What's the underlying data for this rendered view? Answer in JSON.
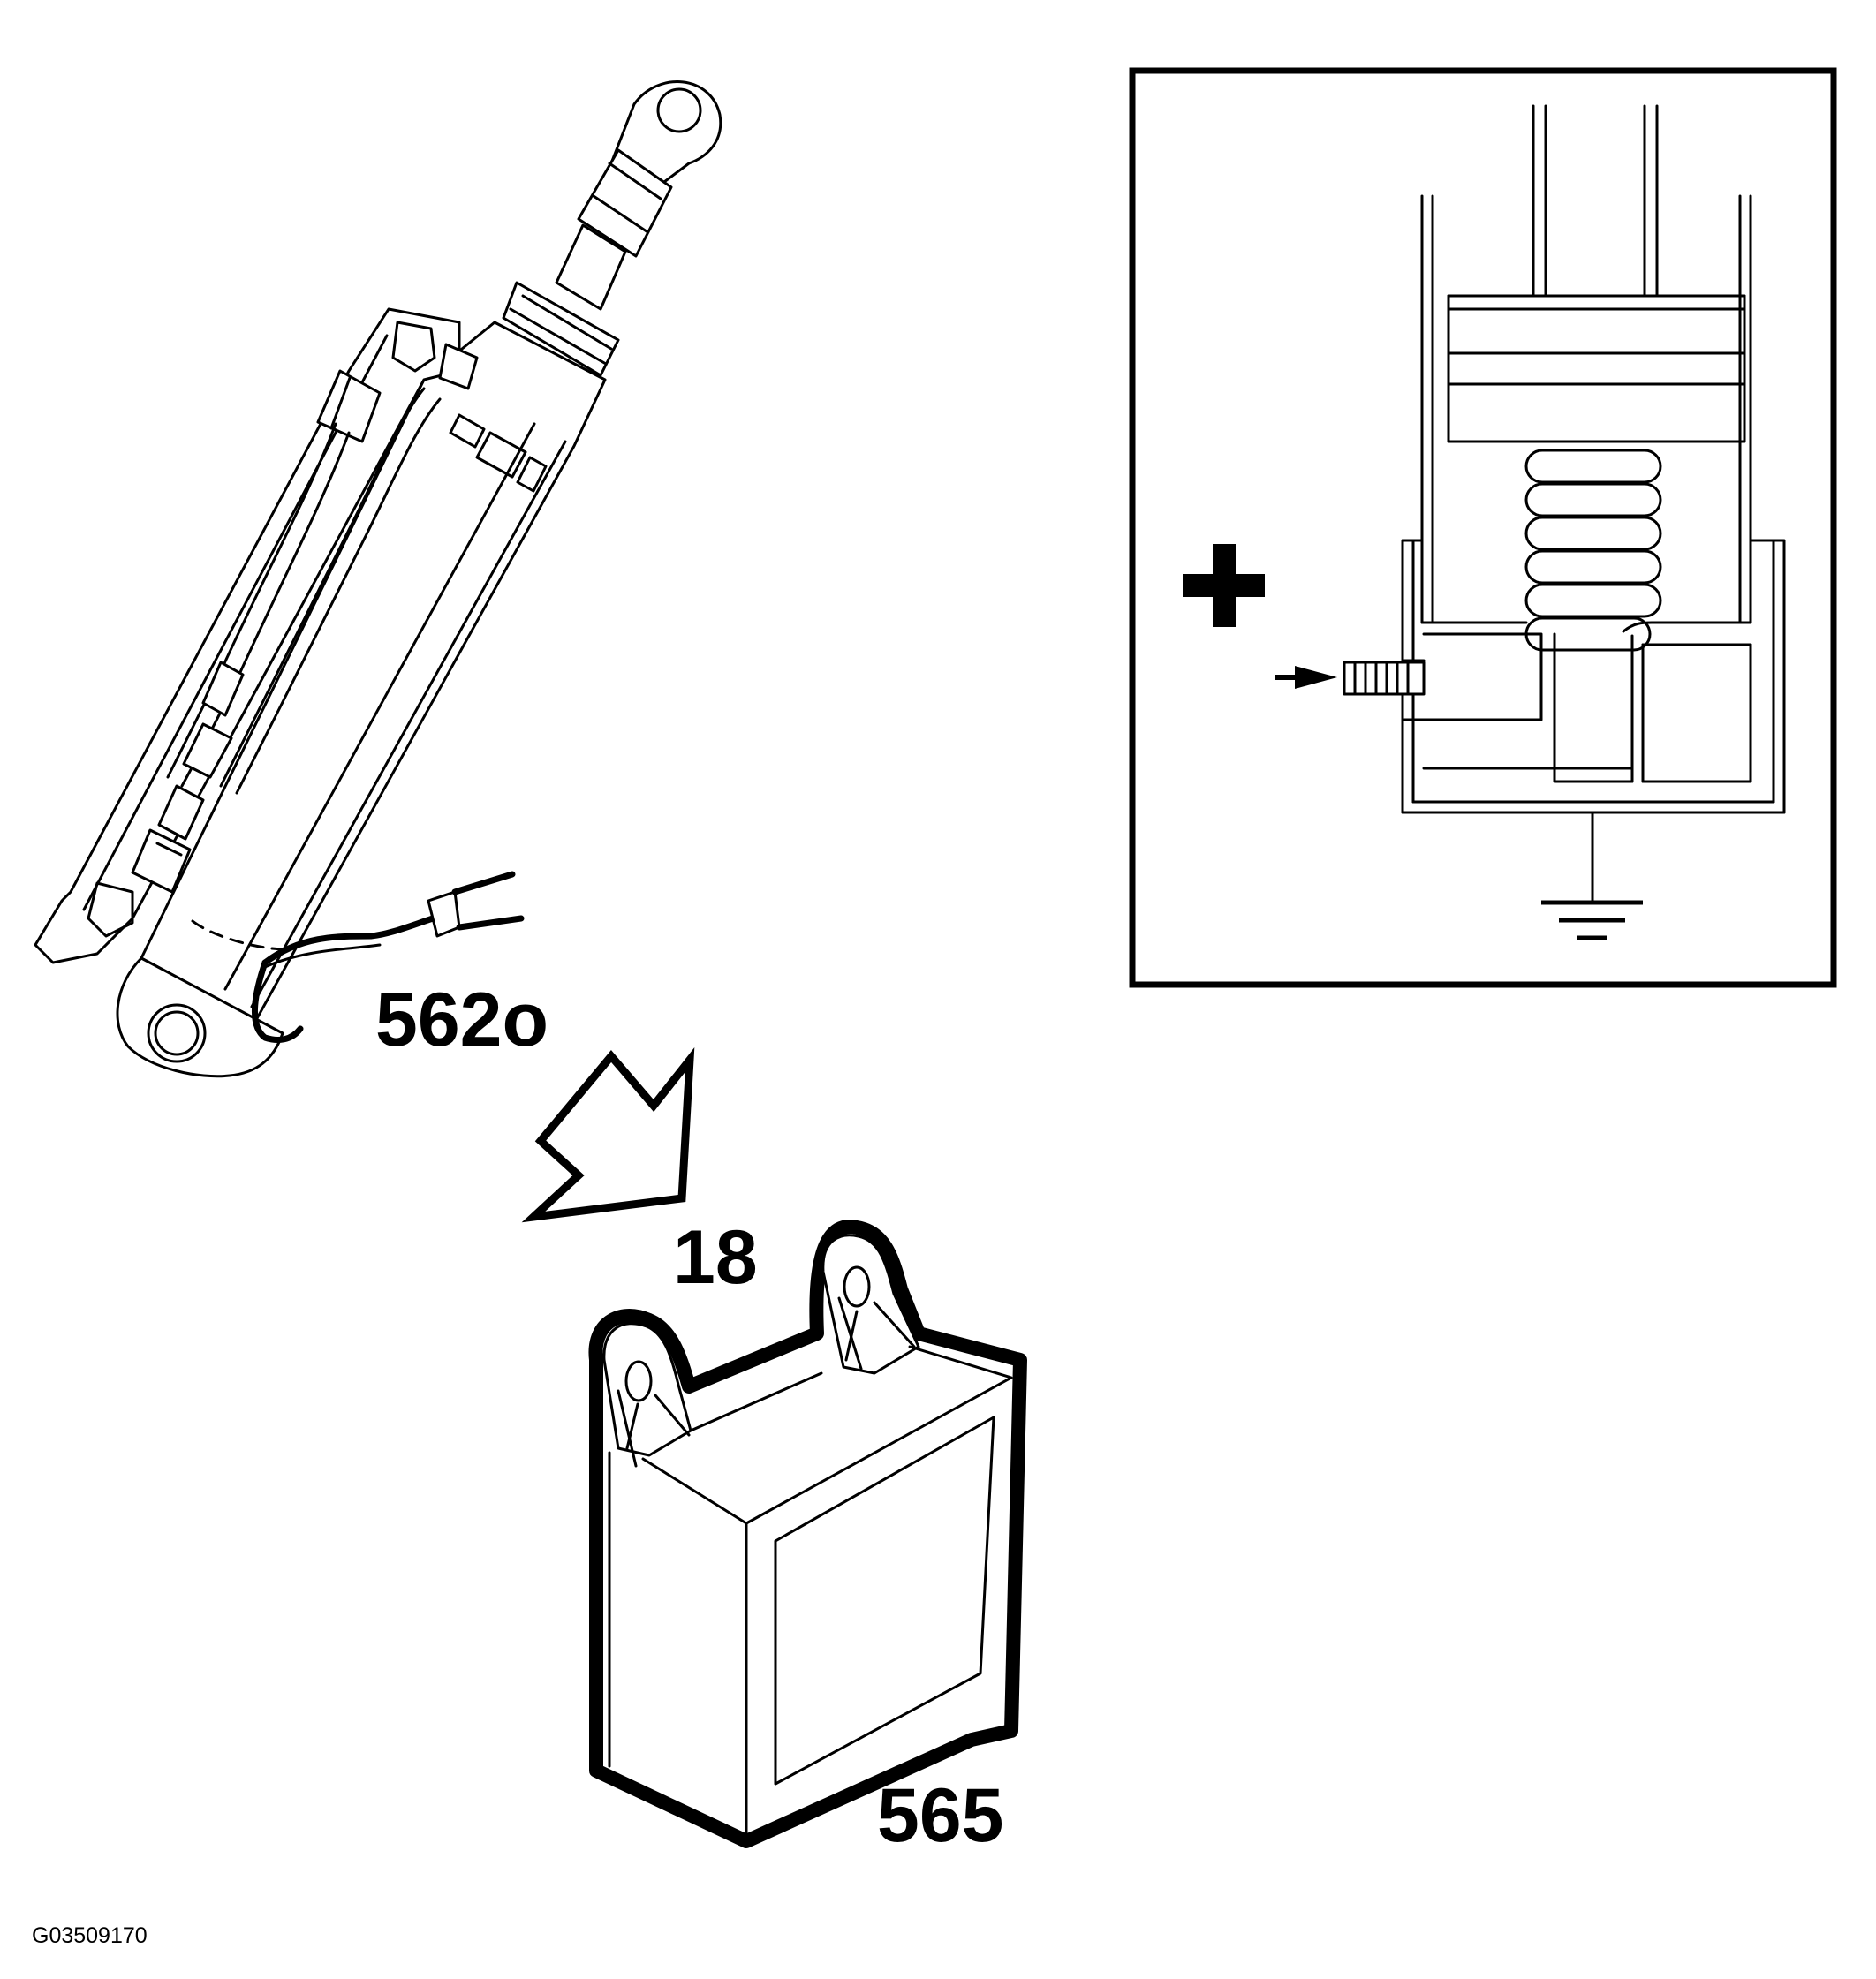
{
  "labels": {
    "actuator": "562o",
    "rotation": "18",
    "module": "565",
    "figure_id": "G03509170",
    "plus": "+"
  },
  "icons": {
    "callout_arrow": "hollow-arrow-icon",
    "ground": "ground-symbol-icon",
    "test_arrow": "arrow-right-icon"
  },
  "colors": {
    "line": "#000000",
    "background": "#ffffff"
  }
}
